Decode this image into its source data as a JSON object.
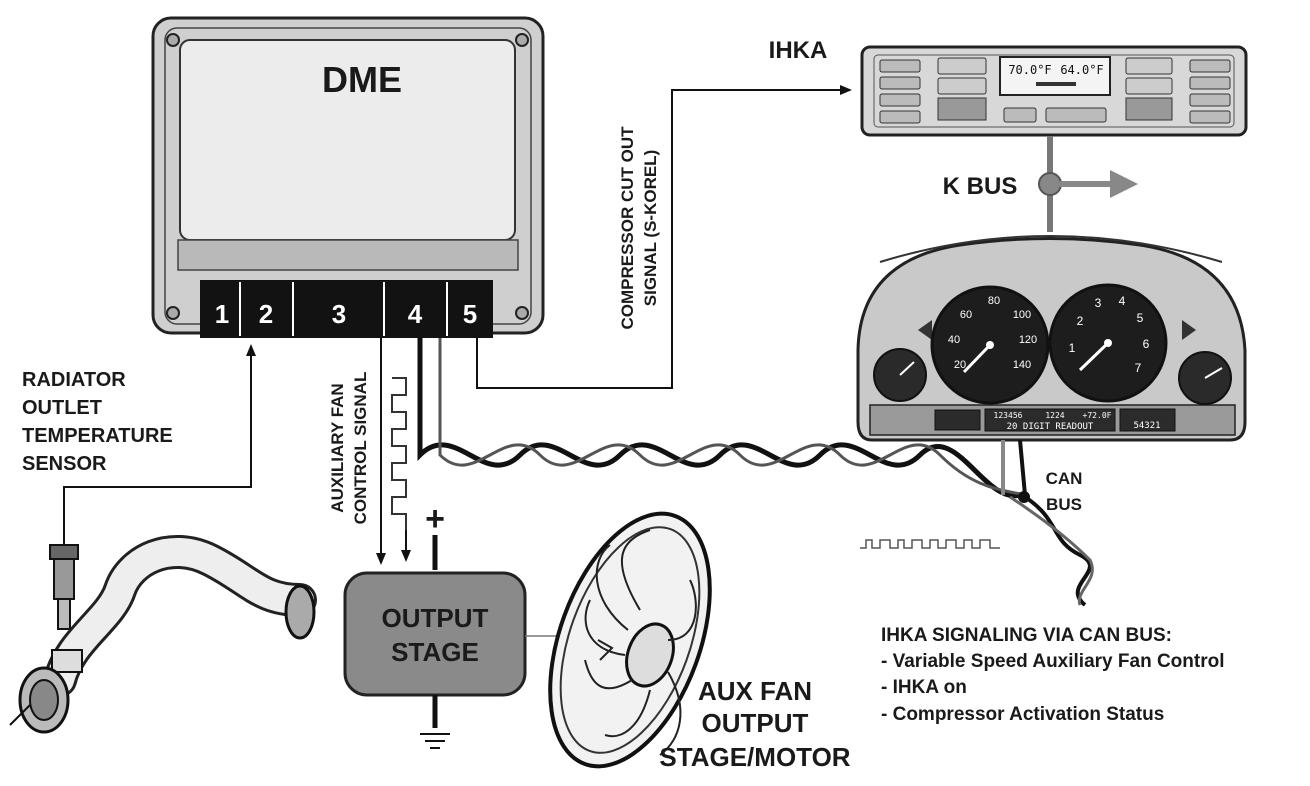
{
  "dme": {
    "title": "DME",
    "pins": [
      "1",
      "2",
      "3",
      "4",
      "5"
    ]
  },
  "ihka": {
    "title": "IHKA",
    "temp_left": "70.0°F",
    "temp_right": "64.0°F"
  },
  "k_bus": "K BUS",
  "compressor_signal": [
    "COMPRESSOR CUT OUT",
    "SIGNAL (S-KOREL)"
  ],
  "radiator_sensor": [
    "RADIATOR",
    "OUTLET",
    "TEMPERATURE",
    "SENSOR"
  ],
  "aux_fan_signal": [
    "AUXILIARY FAN",
    "CONTROL SIGNAL"
  ],
  "output_stage": {
    "line1": "OUTPUT",
    "line2": "STAGE",
    "plus": "+"
  },
  "aux_fan": [
    "AUX FAN",
    "OUTPUT",
    "STAGE/MOTOR"
  ],
  "can_bus": [
    "CAN",
    "BUS"
  ],
  "cluster": {
    "speedo_ticks": [
      "20",
      "40",
      "60",
      "80",
      "100",
      "120",
      "140"
    ],
    "tacho_ticks": [
      "1",
      "2",
      "3",
      "4",
      "5",
      "6",
      "7"
    ],
    "odometer": "123456",
    "trip": "1224",
    "outside_temp": "+72.0F",
    "readout": "20 DIGIT READOUT",
    "service": "54321"
  },
  "can_signaling": {
    "heading": "IHKA  SIGNALING VIA CAN BUS:",
    "items": [
      "- Variable Speed Auxiliary Fan Control",
      "- IHKA on",
      "- Compressor Activation Status"
    ]
  }
}
